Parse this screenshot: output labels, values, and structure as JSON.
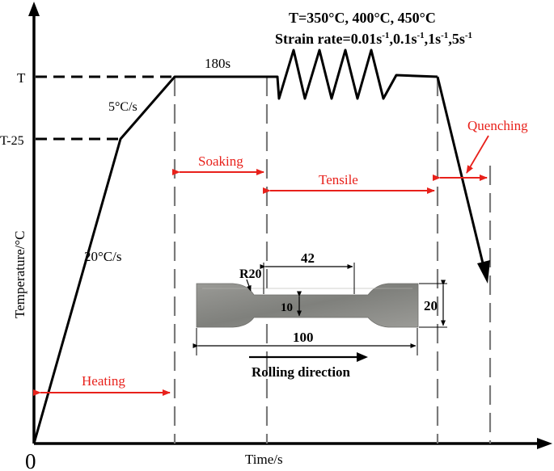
{
  "axes": {
    "x_label": "Time/s",
    "y_label": "Temperature/°C",
    "origin": "0",
    "y_ticks": [
      "T",
      "T-25"
    ]
  },
  "rates": {
    "heating_rate": "20°C/s",
    "second_rate": "5°C/s",
    "hold_time": "180s"
  },
  "conditions": {
    "temps": "T=350°C, 400°C, 450°C",
    "strain_prefix": "Strain rate=",
    "strain_rates": [
      {
        "value": "0.01s",
        "exp": "-1",
        "sep": ","
      },
      {
        "value": "0.1s",
        "exp": "-1",
        "sep": ","
      },
      {
        "value": "1s",
        "exp": "-1",
        "sep": ","
      },
      {
        "value": "5s",
        "exp": "-1",
        "sep": ""
      }
    ]
  },
  "stages": {
    "heating": "Heating",
    "soaking": "Soaking",
    "tensile": "Tensile",
    "quenching": "Quenching"
  },
  "specimen": {
    "radius": "R20",
    "gauge_length": "42",
    "gauge_width": "10",
    "grip_width": "20",
    "total_length": "100",
    "rolling_direction": "Rolling direction"
  },
  "colors": {
    "annotation": "#e8211b",
    "line": "#000000",
    "guide": "#7a7a7a",
    "specimen": "#8c8c88"
  }
}
